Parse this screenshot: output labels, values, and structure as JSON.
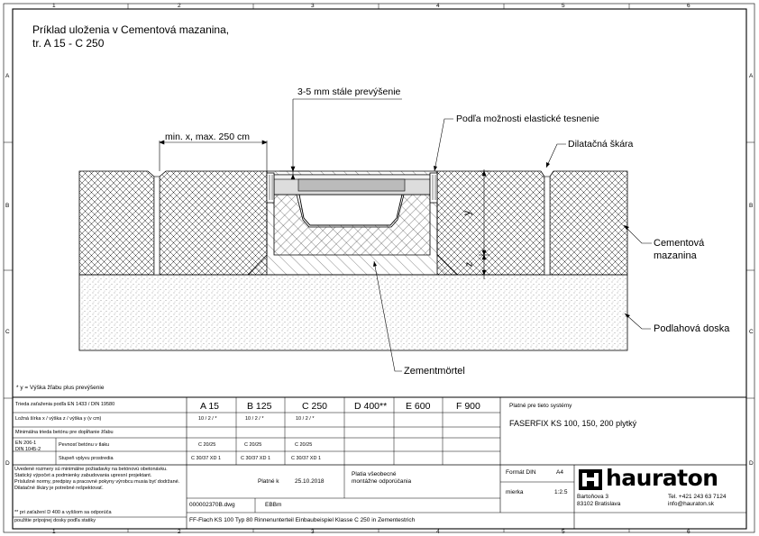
{
  "title": {
    "line1": "Príklad uloženia v Cementová mazanina,",
    "line2": "tr. A 15 - C 250"
  },
  "frame": {
    "columns": [
      "1",
      "2",
      "3",
      "4",
      "5",
      "6"
    ],
    "rows": [
      "A",
      "B",
      "C",
      "D"
    ]
  },
  "labels": {
    "elevation": "3-5 mm stále prevýšenie",
    "seal": "Podľa možnosti elastické tesnenie",
    "joint": "Dilatačná škára",
    "min_width": "min. x, max. 250 cm",
    "screed_1": "Cementová",
    "screed_2": "mazanina",
    "floor": "Podlahová doska",
    "mortar": "Zementmörtel",
    "dim_y": "y",
    "dim_z": "z",
    "footnote": "* y = Výška žľabu plus prevýšenie"
  },
  "table": {
    "load_class_label": "Trieda zaťaženia podľa EN 1433 / DIN 19580",
    "classes": [
      "A 15",
      "B 125",
      "C 250",
      "D 400**",
      "E 600",
      "F 900"
    ],
    "row_thickness_label": "Ložná šírka x / výška z / výška y (v cm)",
    "row_thickness_values": [
      "10 / 2 / *",
      "10 / 2 / *",
      "10 / 2 / *"
    ],
    "row_min_class_label": "Minimálna trieda betónu pre dopĺňanie žľabu",
    "row_concrete_std_1": "EN 206-1",
    "row_concrete_std_2": "DIN 1045-2",
    "row_concrete_strength_label": "Pevnosť betónu v tlaku",
    "row_concrete_strength_values": [
      "C 20/25",
      "C 20/25",
      "C 20/25"
    ],
    "row_exposure_label": "Stupeň vplyvu prostredia",
    "row_exposure_values": [
      "C 30/37 XD 1",
      "C 30/37 XD 1",
      "C 30/37 XD 1"
    ],
    "note_1": "Uvedené rozmery sú minimálne požiadavky na betónovú obetonávku.",
    "note_2": "Statický výpočet a podmienky zabudovania upresní projektant.",
    "note_3": "Príslušné normy, predpisy a pracovné pokyny výrobcu musia byť dodržané.",
    "note_4": "Dilatačné škáry je potrebné rešpektovať.",
    "footnote_2a": "** pri zaťažení D 400 a vyššom sa odporúča",
    "footnote_2b": "použitie prípojnej dosky podľa statiky",
    "system_label": "Platné pre tieto systémy",
    "system_value": "FASERFIX KS 100, 150, 200 plytký",
    "date_label": "Platné k",
    "date_value": "25.10.2018",
    "disclaimer_1": "Platia všeobecné",
    "disclaimer_2": "montážne odporúčania",
    "format_label": "Formát DIN",
    "format_value": "A4",
    "scale_label": "mierka",
    "scale_value": "1:2.5",
    "drawing_no": "000002370B.dwg",
    "drawing_author": "EBBm",
    "description": "FF-Flach KS 100 Typ 80 Rinnenunterteil Einbaubeispiel Klasse C 250 in Zementestrich"
  },
  "company": {
    "name": "hauraton",
    "addr_1": "Bartoňova 3",
    "addr_2": "83102 Bratislava",
    "tel": "Tel. +421 243 63 7124",
    "email": "info@hauraton.sk"
  }
}
